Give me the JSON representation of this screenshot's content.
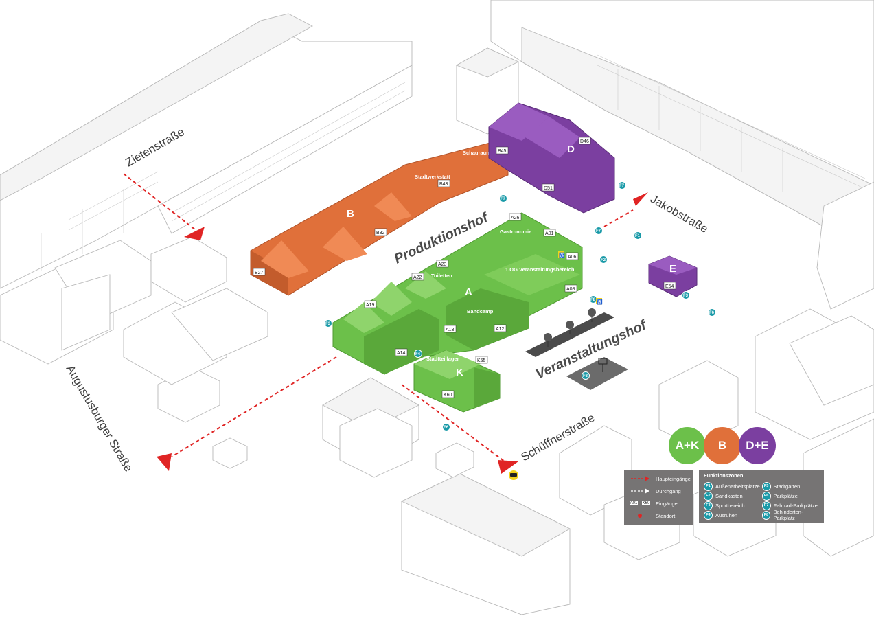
{
  "streets": {
    "zieten": "Zietenstraße",
    "jakob": "Jakobstraße",
    "augustusburger": "Augustusburger Straße",
    "schueffner": "Schüffnerstraße"
  },
  "courtyards": {
    "produktion": "Produktionshof",
    "veranstaltung": "Veranstaltungshof"
  },
  "buildings": {
    "A": {
      "name": "A",
      "labels": [
        "Gastronomie",
        "1.OG Veranstaltungsbereich",
        "Toiletten",
        "Bandcamp"
      ],
      "color": "#6cc04a"
    },
    "B": {
      "name": "B",
      "labels": [
        "Schauraum",
        "Stadtwerkstatt"
      ],
      "color": "#e0703a"
    },
    "D": {
      "name": "D",
      "color": "#7b3fa0"
    },
    "E": {
      "name": "E",
      "color": "#7b3fa0"
    },
    "K": {
      "name": "K",
      "labels": [
        "Stadtteillager"
      ],
      "color": "#6cc04a"
    }
  },
  "entrance_codes": [
    "B45",
    "B43",
    "B32",
    "B27",
    "D46",
    "D51",
    "A26",
    "A01",
    "A06",
    "A23",
    "A22",
    "A19",
    "A08",
    "A13",
    "A12",
    "A14",
    "K55",
    "K60",
    "E54"
  ],
  "zones": [
    {
      "label": "A+K",
      "color": "#6cc04a"
    },
    {
      "label": "B",
      "color": "#e0703a"
    },
    {
      "label": "D+E",
      "color": "#7b3fa0"
    }
  ],
  "legend": {
    "main_entrances": "Haupteingänge",
    "passage": "Durchgang",
    "entrances_range_a": "A01",
    "entrances_range_b": "K60",
    "entrances": "Eingänge",
    "location": "Standort",
    "funktionszonen_title": "Funktionszonen",
    "funktionszonen": [
      {
        "code": "F1",
        "label": "Außenarbeitsplätze"
      },
      {
        "code": "F2",
        "label": "Sandkasten"
      },
      {
        "code": "F3",
        "label": "Sportbereich"
      },
      {
        "code": "F4",
        "label": "Ausruhen"
      },
      {
        "code": "F5",
        "label": "Stadtgarten"
      },
      {
        "code": "F6",
        "label": "Parkplätze"
      },
      {
        "code": "F7",
        "label": "Fahrrad-Parkplätze"
      },
      {
        "code": "F8",
        "label": "Behinderten-Parkplatz"
      }
    ]
  },
  "colors": {
    "green": "#6cc04a",
    "orange": "#e0703a",
    "purple": "#7b3fa0",
    "teal": "#1a9aa8",
    "entry_red": "#e02424",
    "legend_gray": "#767474"
  },
  "icons": [
    "red-arrow-icon",
    "dashed-arrow-icon",
    "red-dot-icon",
    "car-icon",
    "wheelchair-icon",
    "tree-icon",
    "basketball-hoop-icon"
  ]
}
